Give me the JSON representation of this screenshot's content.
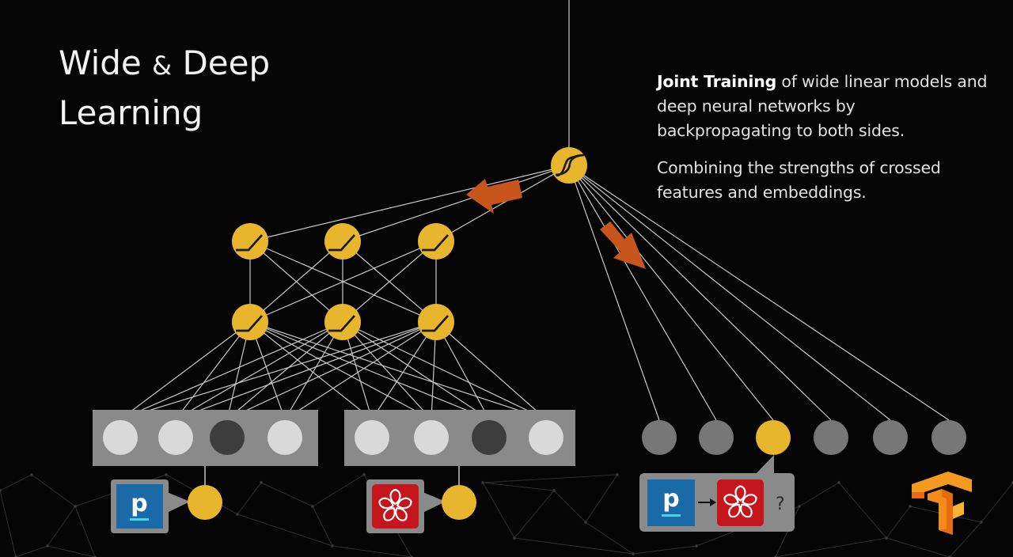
{
  "slide": {
    "title_line1_a": "Wide",
    "title_amp": "&",
    "title_line1_b": "Deep",
    "title_line2": "Learning",
    "desc1_bold": "Joint Training",
    "desc1_rest": " of wide linear models and deep neural networks by backpropagating to both sides.",
    "desc2": "Combining the strengths of crossed features and embeddings.",
    "question_mark": "?",
    "app_p_letter": "p"
  },
  "colors": {
    "background": "#050505",
    "neuron_gold": "#e8b62c",
    "arrow_orange": "#c8561c",
    "feature_box": "#8a8a8a",
    "input_light": "#d9d9d9",
    "input_dark": "#3d3d3d",
    "input_grey": "#777777",
    "p_app_blue": "#1b6aa8",
    "yelp_red": "#c4161c",
    "edge": "#c8c8c8"
  },
  "icons": [
    "sigmoid-neuron-icon",
    "relu-neuron-icon",
    "pandora-app-icon",
    "yelp-app-icon",
    "tensorflow-logo",
    "backprop-arrow-icon"
  ]
}
